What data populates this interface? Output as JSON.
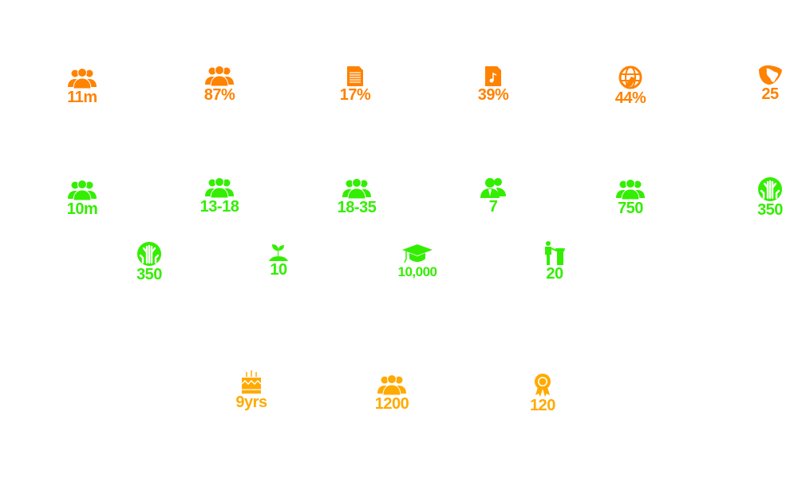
{
  "colors": {
    "orange": "#ff8200",
    "green": "#33ee00",
    "gold": "#ffaa00"
  },
  "stats": [
    {
      "icon": "group-icon",
      "value": "11m"
    },
    {
      "icon": "group-icon",
      "value": "87%"
    },
    {
      "icon": "document-icon",
      "value": "17%"
    },
    {
      "icon": "music-file-icon",
      "value": "39%"
    },
    {
      "icon": "globe-icon",
      "value": "44%"
    },
    {
      "icon": "africa-icon",
      "value": "25"
    },
    {
      "icon": "group-icon",
      "value": "10m"
    },
    {
      "icon": "group-icon",
      "value": "13-18"
    },
    {
      "icon": "group-icon",
      "value": "18-35"
    },
    {
      "icon": "two-people-icon",
      "value": "7"
    },
    {
      "icon": "group-icon",
      "value": "750"
    },
    {
      "icon": "raised-hands-icon",
      "value": "350"
    },
    {
      "icon": "raised-hands-icon",
      "value": "350"
    },
    {
      "icon": "seedling-icon",
      "value": "10"
    },
    {
      "icon": "graduation-cap-icon",
      "value": "10,000"
    },
    {
      "icon": "speaker-podium-icon",
      "value": "20"
    },
    {
      "icon": "birthday-cake-icon",
      "value": "9yrs"
    },
    {
      "icon": "group-icon",
      "value": "1200"
    },
    {
      "icon": "award-ribbon-icon",
      "value": "120"
    }
  ]
}
